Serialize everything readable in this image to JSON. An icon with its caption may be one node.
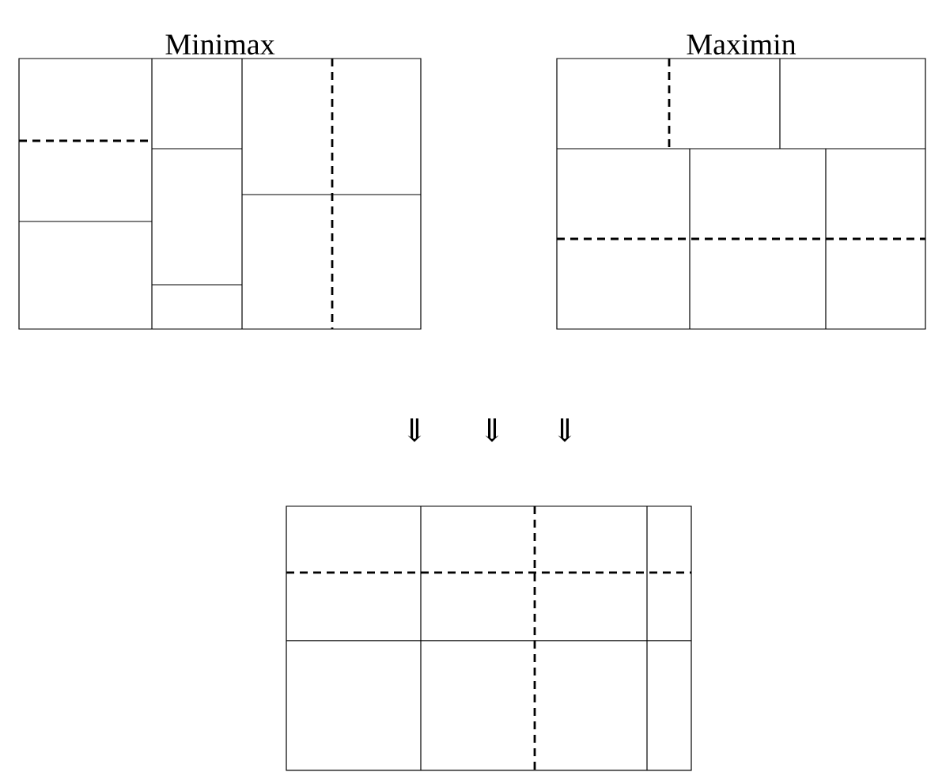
{
  "diagram": {
    "nodes": [
      {
        "text": [
          "Minimax"
        ]
      },
      {
        "text": [
          "Maximin"
        ]
      },
      {
        "text": [],
        "shape": "box"
      }
    ],
    "labels": [
      "⇓",
      "⇓",
      "⇓"
    ]
  }
}
